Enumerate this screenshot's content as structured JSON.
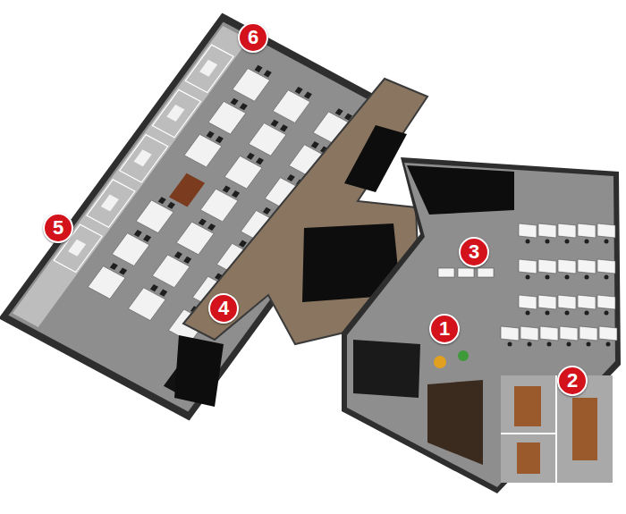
{
  "diagram": {
    "labels": [
      "6",
      "5",
      "3",
      "4",
      "1",
      "2"
    ]
  }
}
